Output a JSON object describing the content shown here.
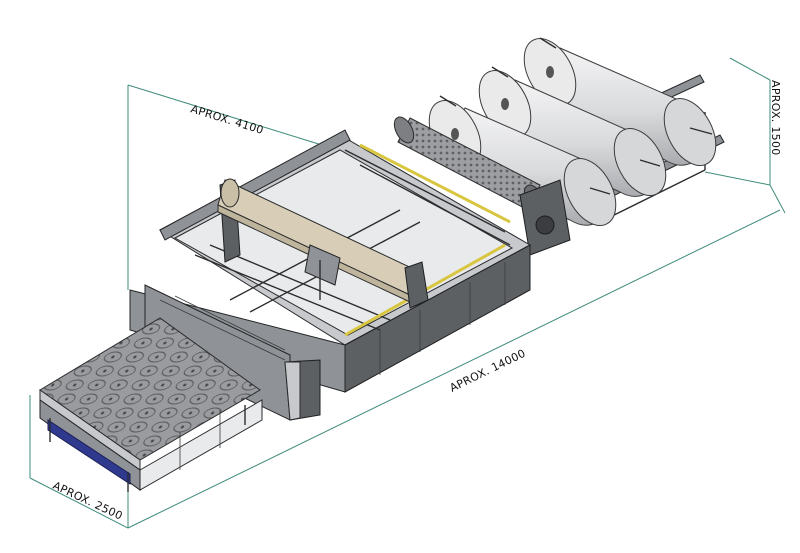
{
  "dimensions": {
    "length_label": "APROX. 14000",
    "width_label": "APROX. 4100",
    "height_label": "APROX. 1500",
    "table_label": "APROX. 2500"
  },
  "colors": {
    "dimension_line": "#3f8c7c",
    "frame": "#5d6063",
    "roll": "#e4e5e6",
    "guide_rail": "#d9c640",
    "table_frame": "#2f3a8f"
  }
}
